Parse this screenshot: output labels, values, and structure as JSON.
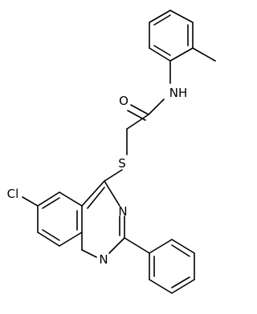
{
  "structure": {
    "atom_labels": {
      "amide_oxygen": "O",
      "amide_nitrogen": "NH",
      "sulfur": "S",
      "chlorine": "Cl",
      "ring_nitrogen_upper": "N",
      "ring_nitrogen_lower": "N"
    }
  }
}
